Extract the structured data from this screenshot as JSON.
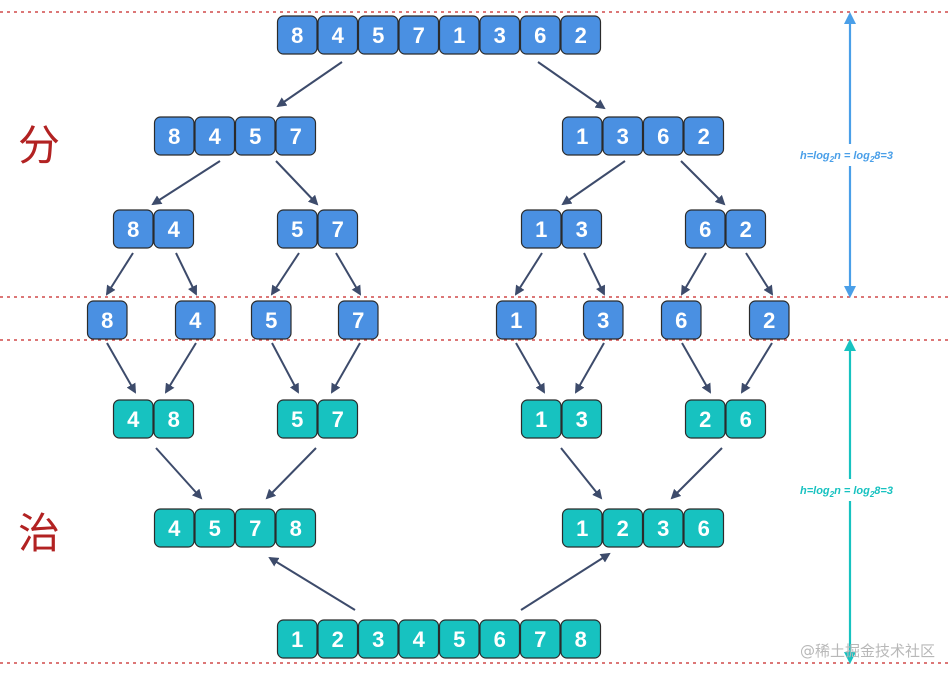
{
  "labels": {
    "divide": "分",
    "conquer": "治"
  },
  "formula": {
    "divide": "h=log2n = log28=3",
    "conquer": "h=log2n = log28=3"
  },
  "watermark": "@稀土掘金技术社区",
  "colors": {
    "divide_fill": "#4a90e2",
    "conquer_fill": "#17c2c0",
    "divide_axis": "#4a9fe8",
    "conquer_axis": "#17c2c0",
    "dashed_line": "#d04a4a",
    "arrow": "#3d4b6b",
    "side_label": "#b22222"
  },
  "divide_rows": [
    {
      "level": 0,
      "groups": [
        [
          "8",
          "4",
          "5",
          "7",
          "1",
          "3",
          "6",
          "2"
        ]
      ]
    },
    {
      "level": 1,
      "groups": [
        [
          "8",
          "4",
          "5",
          "7"
        ],
        [
          "1",
          "3",
          "6",
          "2"
        ]
      ]
    },
    {
      "level": 2,
      "groups": [
        [
          "8",
          "4"
        ],
        [
          "5",
          "7"
        ],
        [
          "1",
          "3"
        ],
        [
          "6",
          "2"
        ]
      ]
    },
    {
      "level": 3,
      "groups": [
        [
          "8"
        ],
        [
          "4"
        ],
        [
          "5"
        ],
        [
          "7"
        ],
        [
          "1"
        ],
        [
          "3"
        ],
        [
          "6"
        ],
        [
          "2"
        ]
      ]
    }
  ],
  "conquer_rows": [
    {
      "level": 1,
      "groups": [
        [
          "4",
          "8"
        ],
        [
          "5",
          "7"
        ],
        [
          "1",
          "3"
        ],
        [
          "2",
          "6"
        ]
      ]
    },
    {
      "level": 2,
      "groups": [
        [
          "4",
          "5",
          "7",
          "8"
        ],
        [
          "1",
          "2",
          "3",
          "6"
        ]
      ]
    },
    {
      "level": 3,
      "groups": [
        [
          "1",
          "2",
          "3",
          "4",
          "5",
          "6",
          "7",
          "8"
        ]
      ]
    }
  ]
}
